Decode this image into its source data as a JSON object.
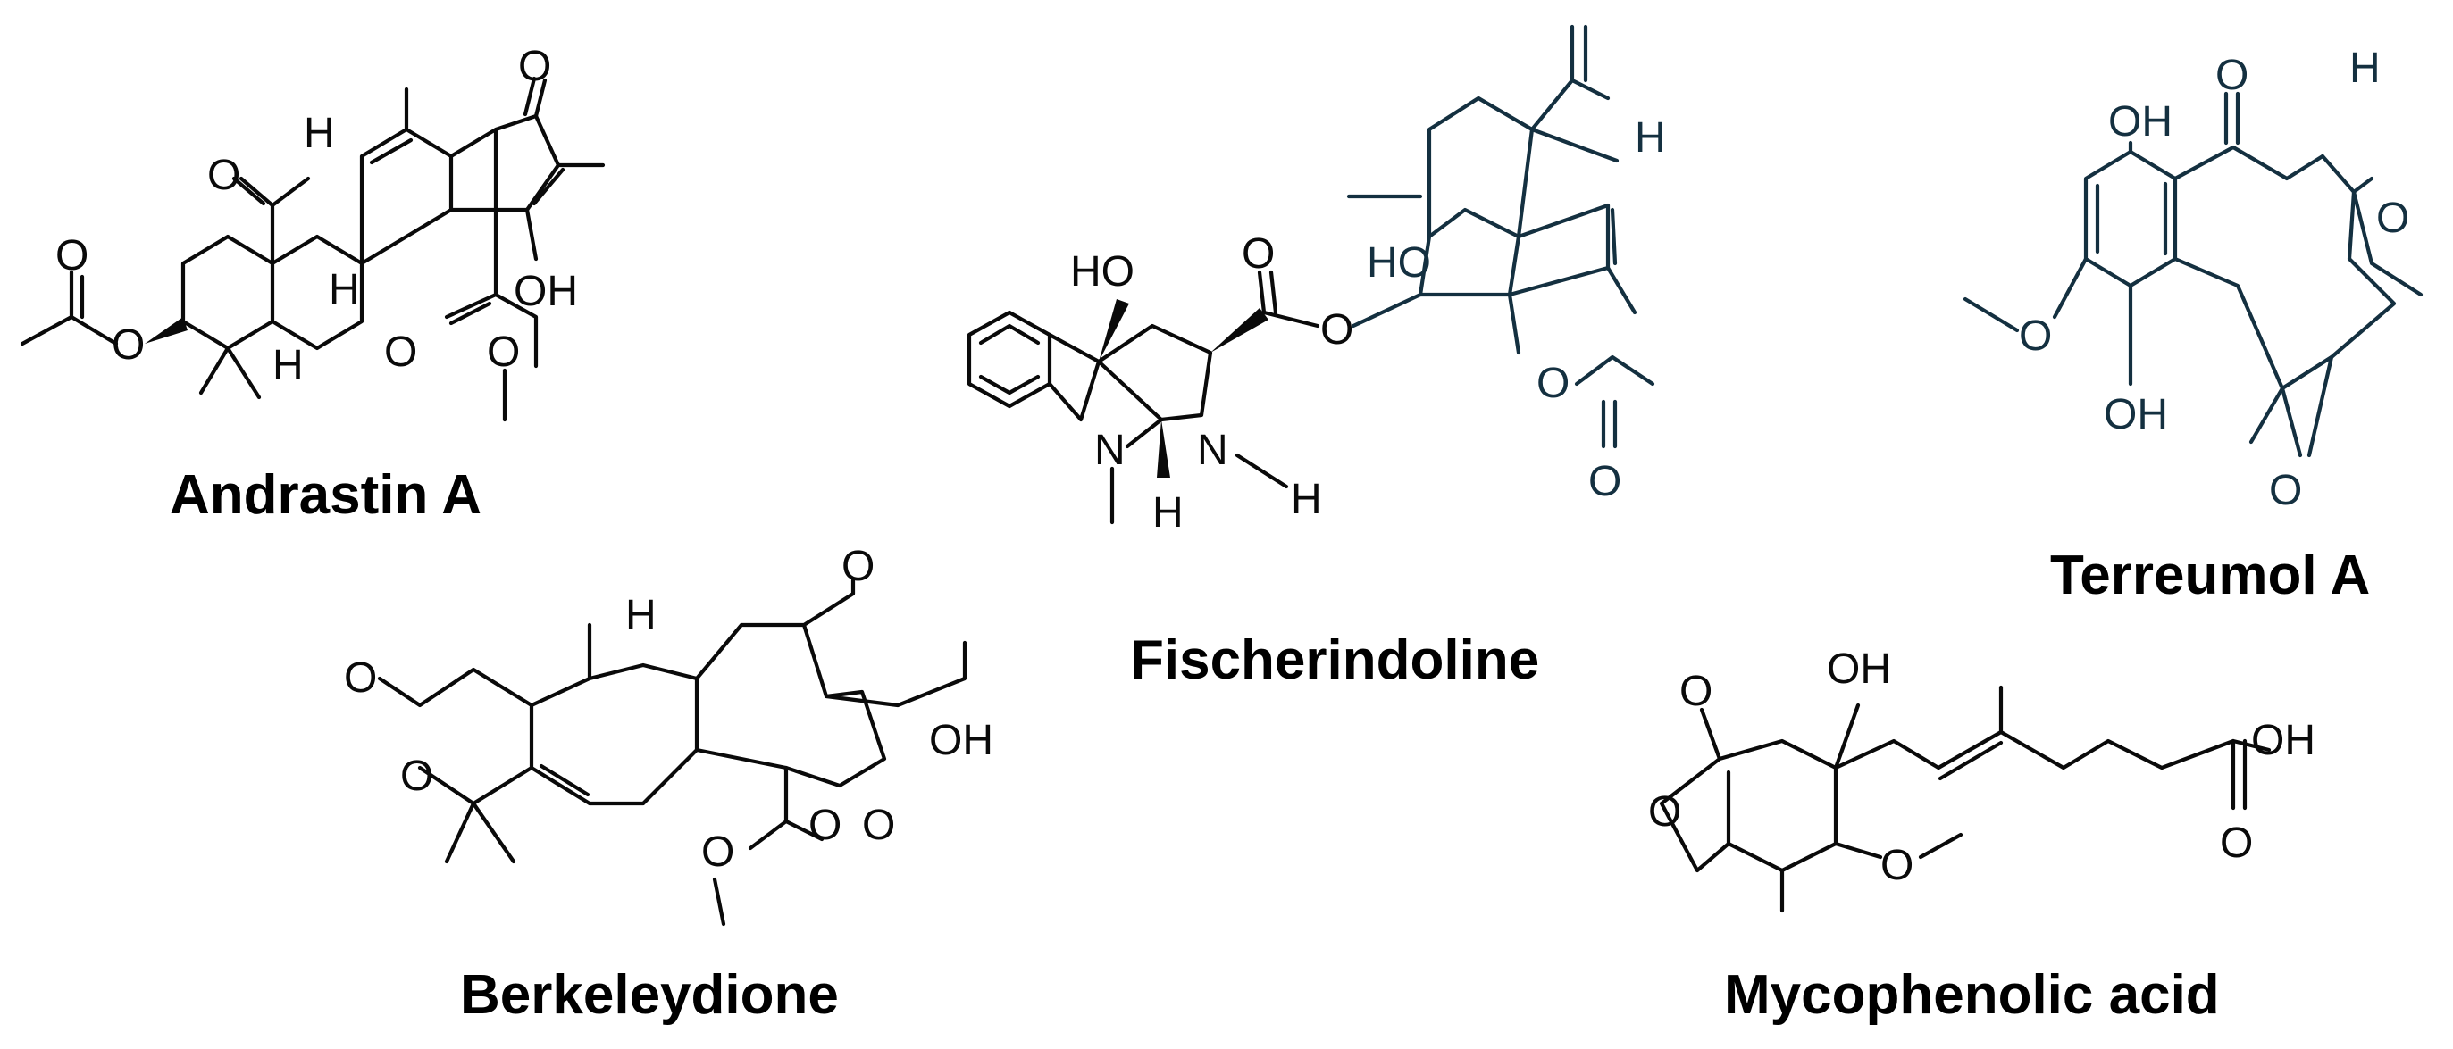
{
  "colors": {
    "ink": "#0a0a0a",
    "teal_ink": "#143040",
    "background": "#ffffff"
  },
  "compounds": [
    {
      "name": "Andrastin A",
      "atoms": {
        "O_ald": "O",
        "H_ald": "H",
        "O_ket": "O",
        "O_ac": "O",
        "O_ester": "O",
        "OH": "OH",
        "H_9": "H",
        "H_5": "H",
        "O_me1": "O",
        "O_me2": "O"
      }
    },
    {
      "name": "Fischerindoline",
      "atoms": {
        "HO_top": "HO",
        "N_ind": "N",
        "H_ind": "H",
        "N_pyr": "N",
        "H_pyr": "H",
        "O_carb": "O",
        "O_link": "O",
        "HO_dec": "HO",
        "H_dec": "H",
        "O_ac": "O",
        "O_ac2": "O"
      }
    },
    {
      "name": "Terreumol A",
      "atoms": {
        "OH_top": "OH",
        "OH_bot": "OH",
        "O_meo": "O",
        "O_ket": "O",
        "H_ep": "H",
        "O_ep1": "O",
        "O_ep2": "O"
      }
    },
    {
      "name": "Berkeleydione",
      "atoms": {
        "O_lac": "O",
        "O_ring": "O",
        "H_top": "H",
        "O_ket1": "O",
        "OH": "OH",
        "O_ket2": "O",
        "O_est": "O",
        "O_est2": "O"
      }
    },
    {
      "name": "Mycophenolic acid",
      "atoms": {
        "O_lac": "O",
        "O_ring": "O",
        "OH_ar": "OH",
        "OH_acid": "OH",
        "O_acid": "O",
        "O_meo": "O"
      }
    }
  ]
}
